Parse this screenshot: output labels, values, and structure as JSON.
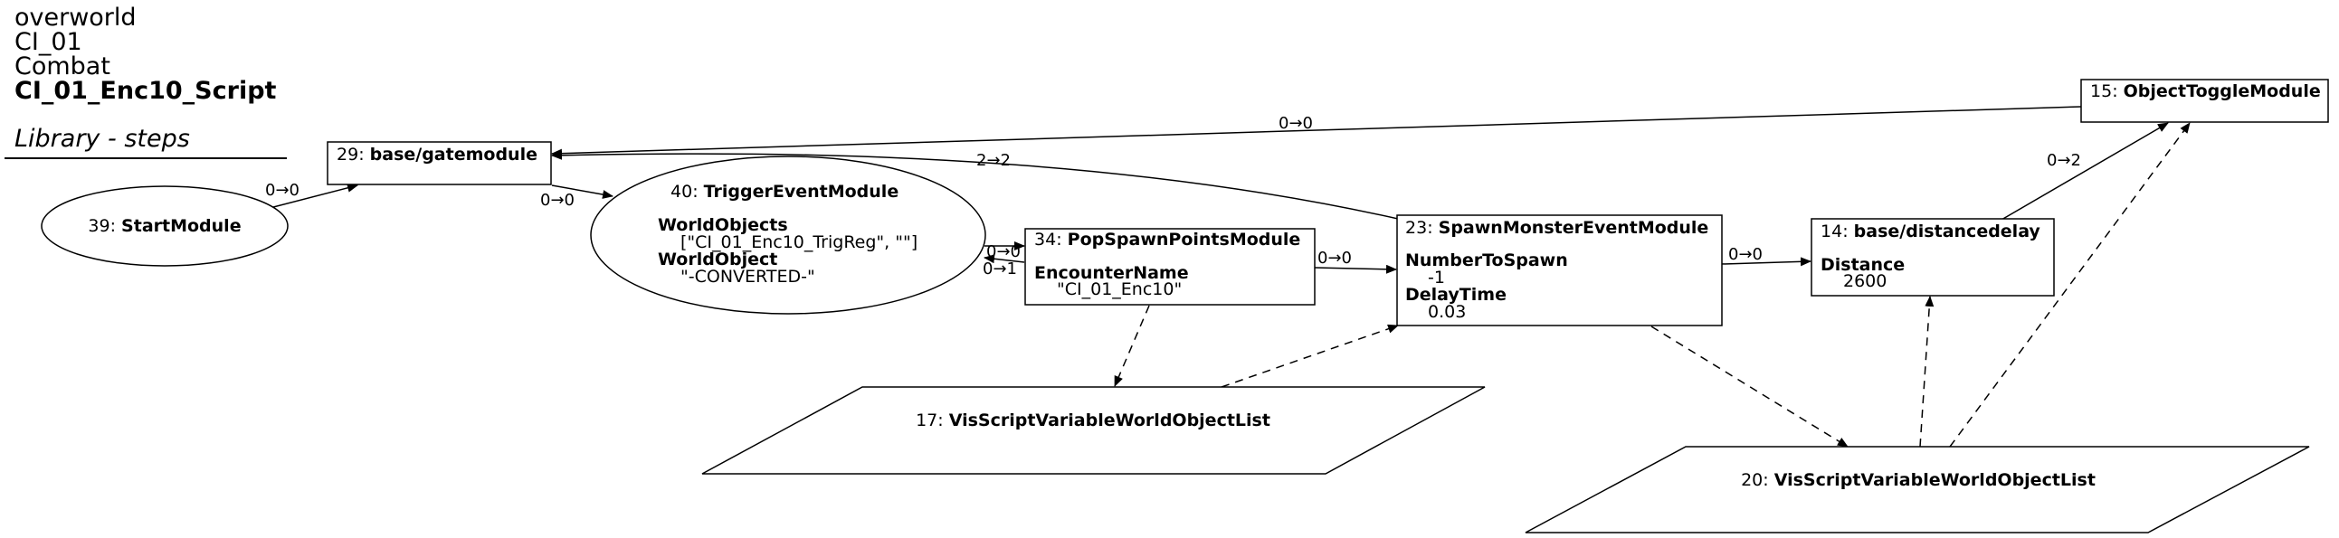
{
  "header": {
    "lines": [
      "overworld",
      "CI_01",
      "Combat"
    ],
    "script_name": "CI_01_Enc10_Script",
    "library": "Library - steps"
  },
  "nodes": {
    "n39": {
      "id": "39",
      "title": "StartModule",
      "props": []
    },
    "n29": {
      "id": "29",
      "title": "base/gatemodule",
      "props": []
    },
    "n40": {
      "id": "40",
      "title": "TriggerEventModule",
      "props": [
        {
          "name": "WorldObjects",
          "value": "[\"CI_01_Enc10_TrigReg\", \"\"]"
        },
        {
          "name": "WorldObject",
          "value": "\"-CONVERTED-\""
        }
      ]
    },
    "n34": {
      "id": "34",
      "title": "PopSpawnPointsModule",
      "props": [
        {
          "name": "EncounterName",
          "value": "\"CI_01_Enc10\""
        }
      ]
    },
    "n23": {
      "id": "23",
      "title": "SpawnMonsterEventModule",
      "props": [
        {
          "name": "NumberToSpawn",
          "value": "-1"
        },
        {
          "name": "DelayTime",
          "value": "0.03"
        }
      ]
    },
    "n14": {
      "id": "14",
      "title": "base/distancedelay",
      "props": [
        {
          "name": "Distance",
          "value": "2600"
        }
      ]
    },
    "n15": {
      "id": "15",
      "title": "ObjectToggleModule",
      "props": []
    },
    "n17": {
      "id": "17",
      "title": "VisScriptVariableWorldObjectList",
      "props": []
    },
    "n20": {
      "id": "20",
      "title": "VisScriptVariableWorldObjectList",
      "props": []
    }
  },
  "edges": [
    {
      "from": "39",
      "to": "29",
      "label": "0→0"
    },
    {
      "from": "29",
      "to": "40",
      "label": "0→0"
    },
    {
      "from": "40",
      "to": "34",
      "label": "0→0"
    },
    {
      "from": "34",
      "to": "40",
      "label": "0→1"
    },
    {
      "from": "34",
      "to": "23",
      "label": "0→0"
    },
    {
      "from": "23",
      "to": "29",
      "label": "2→2"
    },
    {
      "from": "23",
      "to": "14",
      "label": "0→0"
    },
    {
      "from": "14",
      "to": "15",
      "label": "0→2"
    },
    {
      "from": "15",
      "to": "29",
      "label": "0→0"
    }
  ],
  "colors": {
    "stroke": "#000000",
    "background": "#ffffff"
  }
}
